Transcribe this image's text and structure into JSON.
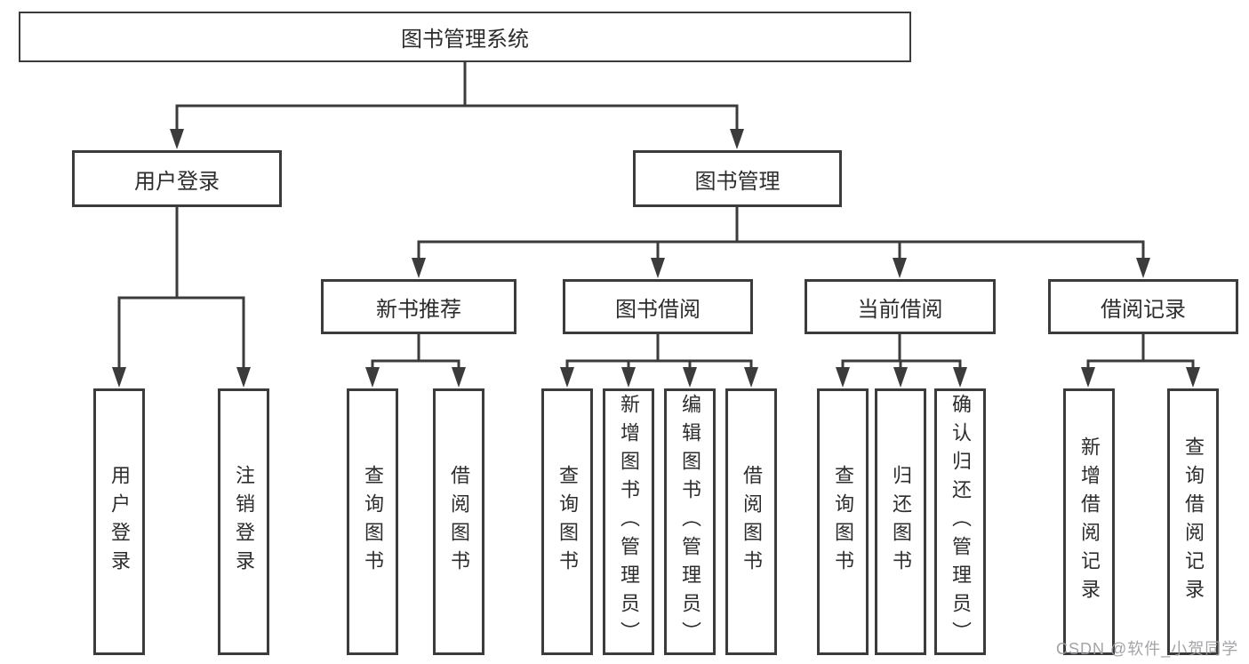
{
  "tree": {
    "root": {
      "label": "图书管理系统"
    },
    "branches": [
      {
        "label": "用户登录",
        "children": [
          {
            "label": "用户登录"
          },
          {
            "label": "注销登录"
          }
        ]
      },
      {
        "label": "图书管理",
        "children": [
          {
            "label": "新书推荐",
            "children": [
              {
                "label": "查询图书"
              },
              {
                "label": "借阅图书"
              }
            ]
          },
          {
            "label": "图书借阅",
            "children": [
              {
                "label": "查询图书"
              },
              {
                "label": "新增图书（管理员）"
              },
              {
                "label": "编辑图书（管理员）"
              },
              {
                "label": "借阅图书"
              }
            ]
          },
          {
            "label": "当前借阅",
            "children": [
              {
                "label": "查询图书"
              },
              {
                "label": "归还图书"
              },
              {
                "label": "确认归还（管理员）"
              }
            ]
          },
          {
            "label": "借阅记录",
            "children": [
              {
                "label": "新增借阅记录"
              },
              {
                "label": "查询借阅记录"
              }
            ]
          }
        ]
      }
    ]
  },
  "watermark": {
    "text": "CSDN @软件_小贺同学"
  },
  "colors": {
    "line": "#3b3b3b",
    "box_border": "#3b3b3b",
    "box_fill": "#ffffff",
    "text": "#2d2d2d",
    "watermark": "#9e9ea3"
  }
}
